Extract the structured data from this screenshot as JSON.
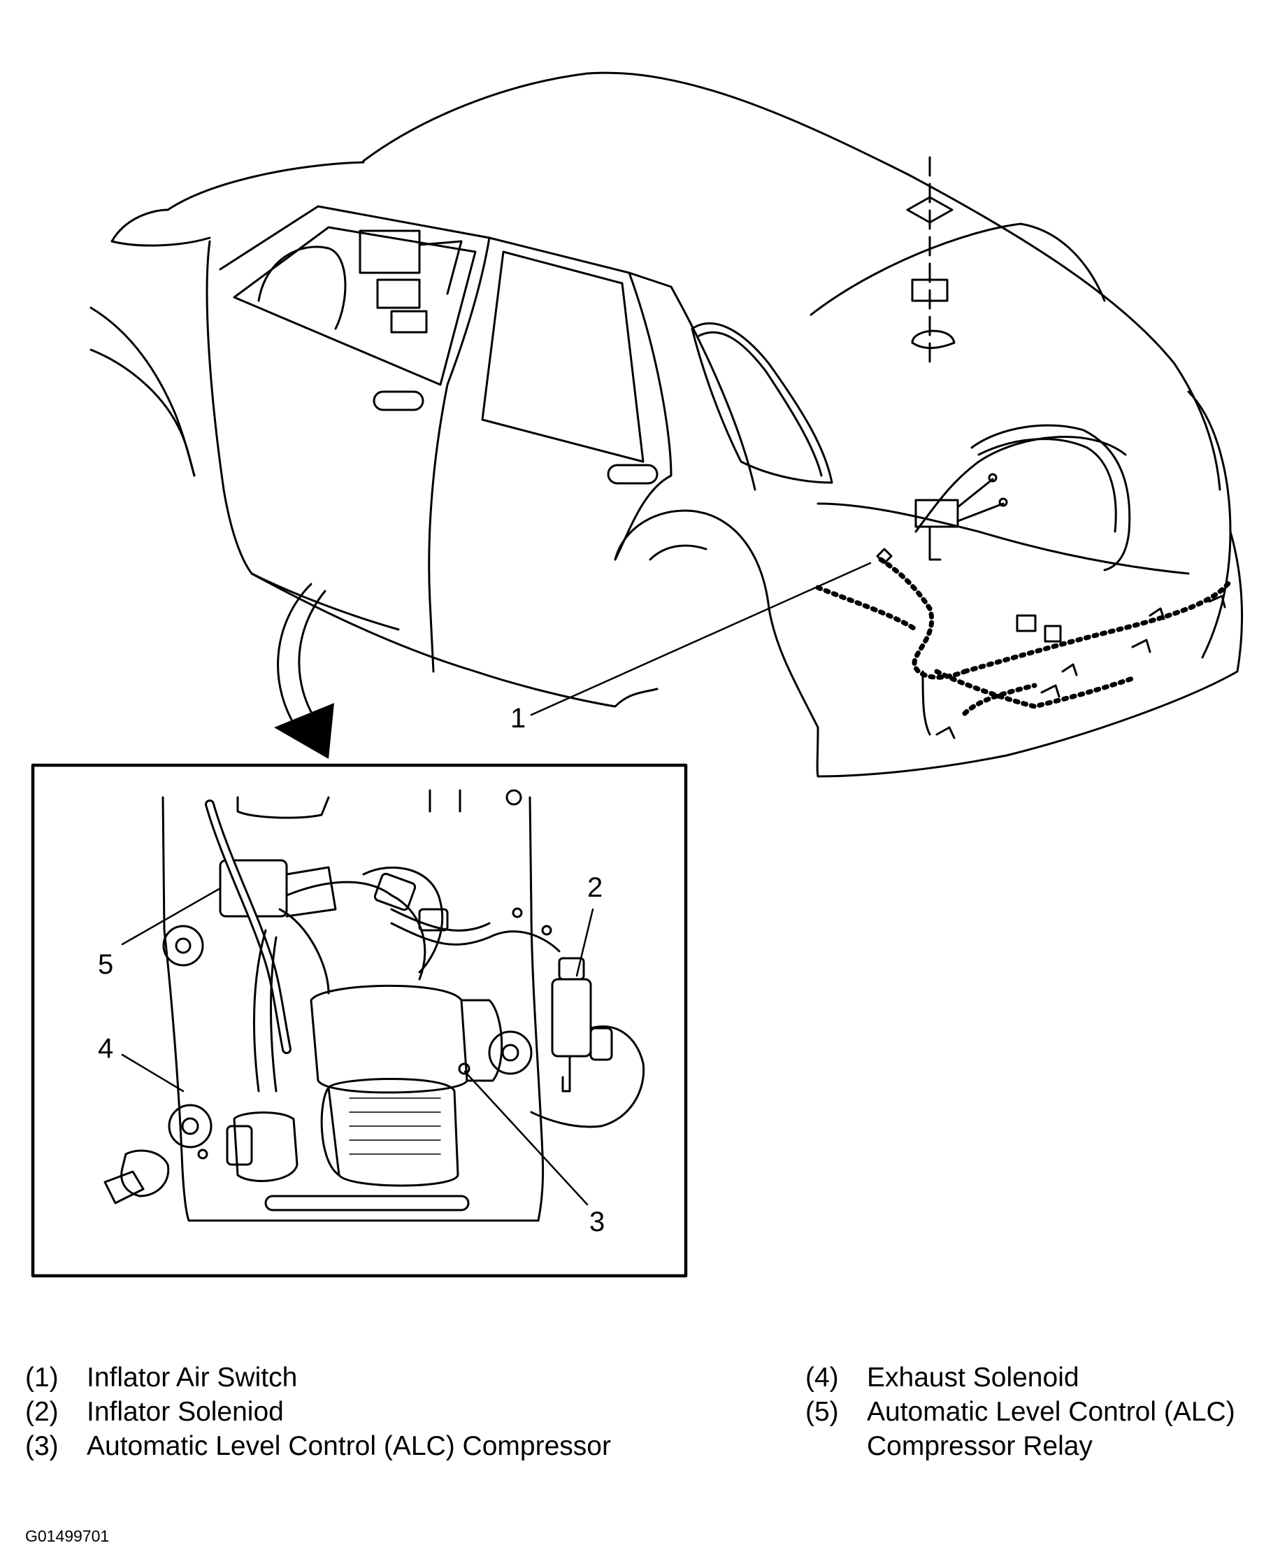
{
  "callouts": [
    "1",
    "2",
    "3",
    "4",
    "5"
  ],
  "legend": {
    "left": [
      {
        "num": "(1)",
        "text": "Inflator Air Switch"
      },
      {
        "num": "(2)",
        "text": "Inflator Soleniod"
      },
      {
        "num": "(3)",
        "text": "Automatic Level Control (ALC) Compressor"
      }
    ],
    "right": [
      {
        "num": "(4)",
        "text": "Exhaust Solenoid"
      },
      {
        "num": "(5)",
        "text": "Automatic Level Control (ALC)\nCompressor Relay"
      }
    ]
  },
  "figure_id": "G01499701"
}
